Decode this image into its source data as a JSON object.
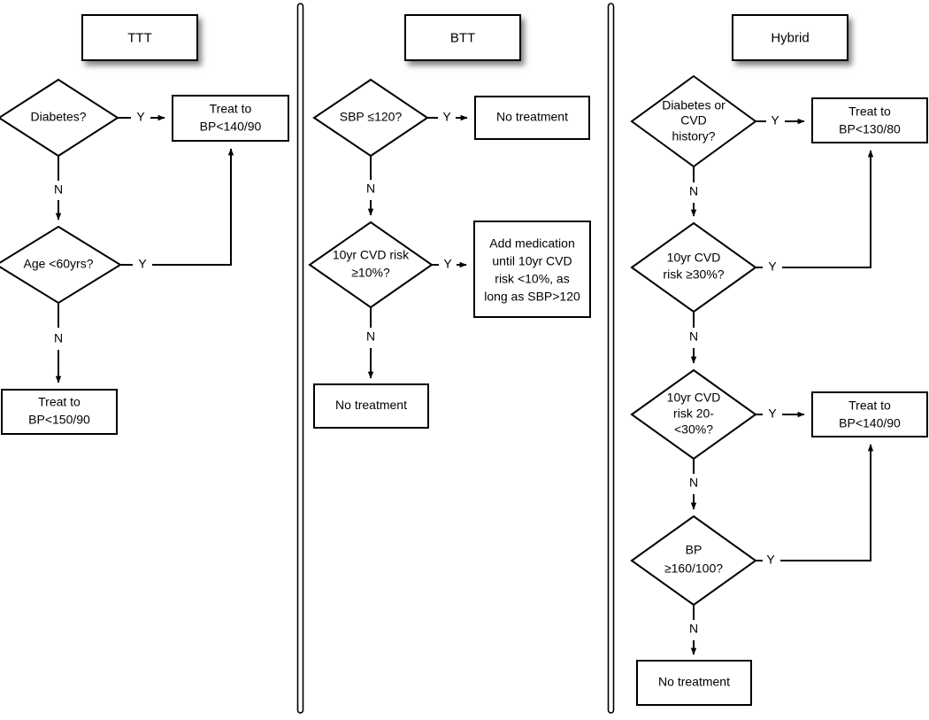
{
  "figure": {
    "type": "flowchart",
    "description": "Three parallel hypertension treatment decision algorithms separated by vertical divider bars",
    "panel_count": 3
  },
  "panels": [
    {
      "id": "ttt",
      "header": "TTT",
      "nodes": [
        {
          "id": "ttt-d1",
          "kind": "decision",
          "lines": [
            "Diabetes?"
          ]
        },
        {
          "id": "ttt-p1",
          "kind": "process",
          "lines": [
            "Treat to",
            "BP<140/90"
          ]
        },
        {
          "id": "ttt-d2",
          "kind": "decision",
          "lines": [
            "Age <60yrs?"
          ]
        },
        {
          "id": "ttt-p2",
          "kind": "process",
          "lines": [
            "Treat to",
            "BP<150/90"
          ]
        }
      ],
      "edges": [
        {
          "from": "ttt-d1",
          "to": "ttt-p1",
          "label": "Y"
        },
        {
          "from": "ttt-d1",
          "to": "ttt-d2",
          "label": "N"
        },
        {
          "from": "ttt-d2",
          "to": "ttt-p1",
          "label": "Y"
        },
        {
          "from": "ttt-d2",
          "to": "ttt-p2",
          "label": "N"
        }
      ]
    },
    {
      "id": "btt",
      "header": "BTT",
      "nodes": [
        {
          "id": "btt-d1",
          "kind": "decision",
          "lines": [
            "SBP ≤120?"
          ]
        },
        {
          "id": "btt-p1",
          "kind": "process",
          "lines": [
            "No treatment"
          ]
        },
        {
          "id": "btt-d2",
          "kind": "decision",
          "lines": [
            "10yr CVD risk",
            "≥10%?"
          ]
        },
        {
          "id": "btt-p2",
          "kind": "process",
          "lines": [
            "Add medication",
            "until 10yr CVD",
            "risk <10%, as",
            "long as SBP>120"
          ]
        },
        {
          "id": "btt-p3",
          "kind": "process",
          "lines": [
            "No treatment"
          ]
        }
      ],
      "edges": [
        {
          "from": "btt-d1",
          "to": "btt-p1",
          "label": "Y"
        },
        {
          "from": "btt-d1",
          "to": "btt-d2",
          "label": "N"
        },
        {
          "from": "btt-d2",
          "to": "btt-p2",
          "label": "Y"
        },
        {
          "from": "btt-d2",
          "to": "btt-p3",
          "label": "N"
        }
      ]
    },
    {
      "id": "hybrid",
      "header": "Hybrid",
      "nodes": [
        {
          "id": "hyb-d1",
          "kind": "decision",
          "lines": [
            "Diabetes or",
            "CVD",
            "history?"
          ]
        },
        {
          "id": "hyb-p1",
          "kind": "process",
          "lines": [
            "Treat to",
            "BP<130/80"
          ]
        },
        {
          "id": "hyb-d2",
          "kind": "decision",
          "lines": [
            "10yr CVD",
            "risk ≥30%?"
          ]
        },
        {
          "id": "hyb-d3",
          "kind": "decision",
          "lines": [
            "10yr CVD",
            "risk 20-",
            "<30%?"
          ]
        },
        {
          "id": "hyb-p2",
          "kind": "process",
          "lines": [
            "Treat to",
            "BP<140/90"
          ]
        },
        {
          "id": "hyb-d4",
          "kind": "decision",
          "lines": [
            "BP",
            "≥160/100?"
          ]
        },
        {
          "id": "hyb-p3",
          "kind": "process",
          "lines": [
            "No treatment"
          ]
        }
      ],
      "edges": [
        {
          "from": "hyb-d1",
          "to": "hyb-p1",
          "label": "Y"
        },
        {
          "from": "hyb-d1",
          "to": "hyb-d2",
          "label": "N"
        },
        {
          "from": "hyb-d2",
          "to": "hyb-p1",
          "label": "Y"
        },
        {
          "from": "hyb-d2",
          "to": "hyb-d3",
          "label": "N"
        },
        {
          "from": "hyb-d3",
          "to": "hyb-p2",
          "label": "Y"
        },
        {
          "from": "hyb-d3",
          "to": "hyb-d4",
          "label": "N"
        },
        {
          "from": "hyb-d4",
          "to": "hyb-p2",
          "label": "Y"
        },
        {
          "from": "hyb-d4",
          "to": "hyb-p3",
          "label": "N"
        }
      ]
    }
  ],
  "labels": {
    "yes": "Y",
    "no": "N"
  },
  "colors": {
    "stroke": "#000000",
    "fill": "#ffffff",
    "background": "#ffffff",
    "text": "#000000"
  }
}
